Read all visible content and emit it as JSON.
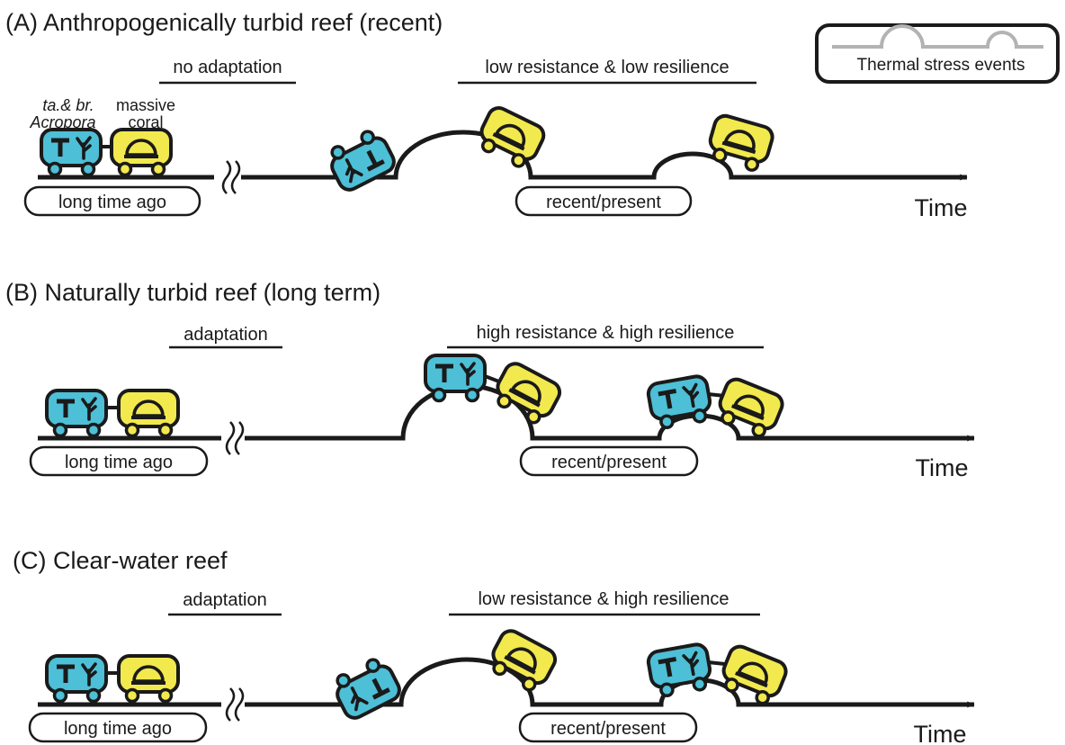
{
  "panels": [
    {
      "title": "(A) Anthropogenically turbid reef (recent)",
      "left_label": "no adaptation",
      "right_label": "low resistance & low resilience",
      "pill_left": "long time ago",
      "pill_right": "recent/present",
      "time_label": "Time"
    },
    {
      "title": "(B) Naturally turbid reef (long term)",
      "left_label": "adaptation",
      "right_label": "high resistance & high resilience",
      "pill_left": "long time ago",
      "pill_right": "recent/present",
      "time_label": "Time"
    },
    {
      "title": "(C) Clear-water reef",
      "left_label": "adaptation",
      "right_label": "low resistance & high resilience",
      "pill_left": "long time ago",
      "pill_right": "recent/present",
      "time_label": "Time"
    }
  ],
  "car_labels": {
    "acropora_line1": "ta.& br.",
    "acropora_line2": "Acropora",
    "massive_line1": "massive",
    "massive_line2": "coral"
  },
  "legend": {
    "label": "Thermal stress events"
  },
  "colors": {
    "acropora": "#4dbfd6",
    "massive": "#f2e94e",
    "outline": "#1a1a1a",
    "legend_curve": "#b3b3b3"
  }
}
